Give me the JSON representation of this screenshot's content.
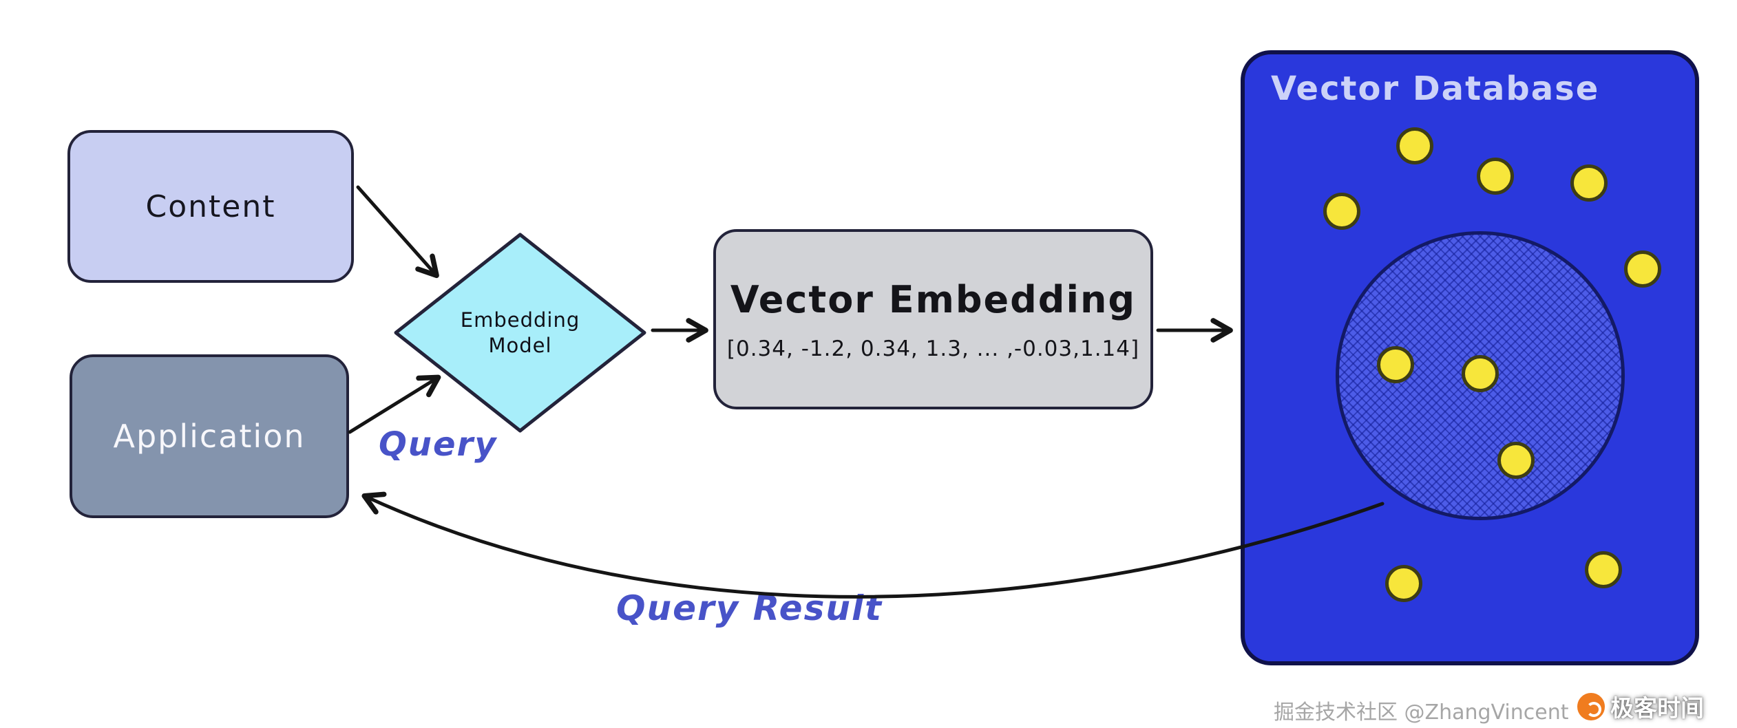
{
  "diagram": {
    "nodes": {
      "content": {
        "label": "Content"
      },
      "application": {
        "label": "Application"
      },
      "embedding_model": {
        "line1": "Embedding",
        "line2": "Model"
      },
      "vector_embedding": {
        "title": "Vector Embedding",
        "vector_values": "[0.34, -1.2, 0.34, 1.3, ... ,-0.03,1.14]"
      },
      "vector_database": {
        "title": "Vector Database",
        "data_point_count": 10
      }
    },
    "edge_labels": {
      "query": "Query",
      "query_result": "Query Result"
    }
  },
  "watermark": {
    "community": "掘金技术社区",
    "author": "@ZhangVincent",
    "brand": "极客时间"
  },
  "colors": {
    "content_fill": "#c8cef2",
    "application_fill": "#8494ad",
    "embedding_model_fill": "#a8eefa",
    "vector_embedding_fill": "#d2d3d7",
    "vector_database_fill": "#2a38dc",
    "similarity_circle_fill": "#4d5ce8",
    "data_point_fill": "#f7e63b",
    "query_label_color": "#4853c8",
    "arrow_color": "#151515"
  }
}
